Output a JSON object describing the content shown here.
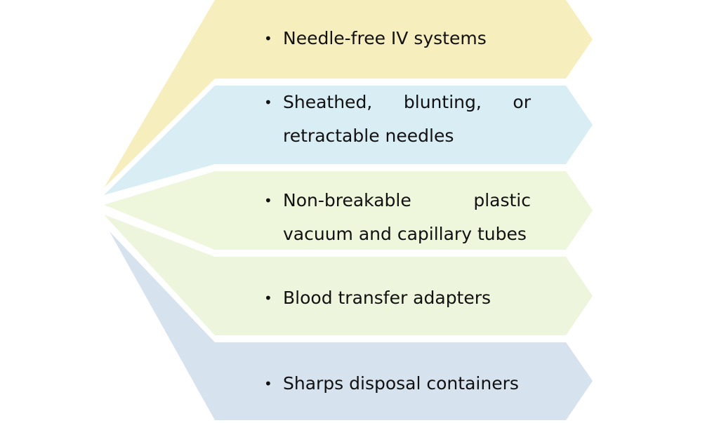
{
  "items": [
    {
      "text": "Needle-free IV systems",
      "color": "#f6eebc"
    },
    {
      "text": "Sheathed, blunting, or retractable needles",
      "color": "#d9edf5"
    },
    {
      "text": "Non-breakable plastic vacuum and capillary tubes",
      "color": "#eef6dc"
    },
    {
      "text": "Blood transfer adapters",
      "color": "#edf6dc"
    },
    {
      "text": "Sharps disposal containers",
      "color": "#d6e3ee"
    }
  ],
  "bullet_symbol": "•"
}
